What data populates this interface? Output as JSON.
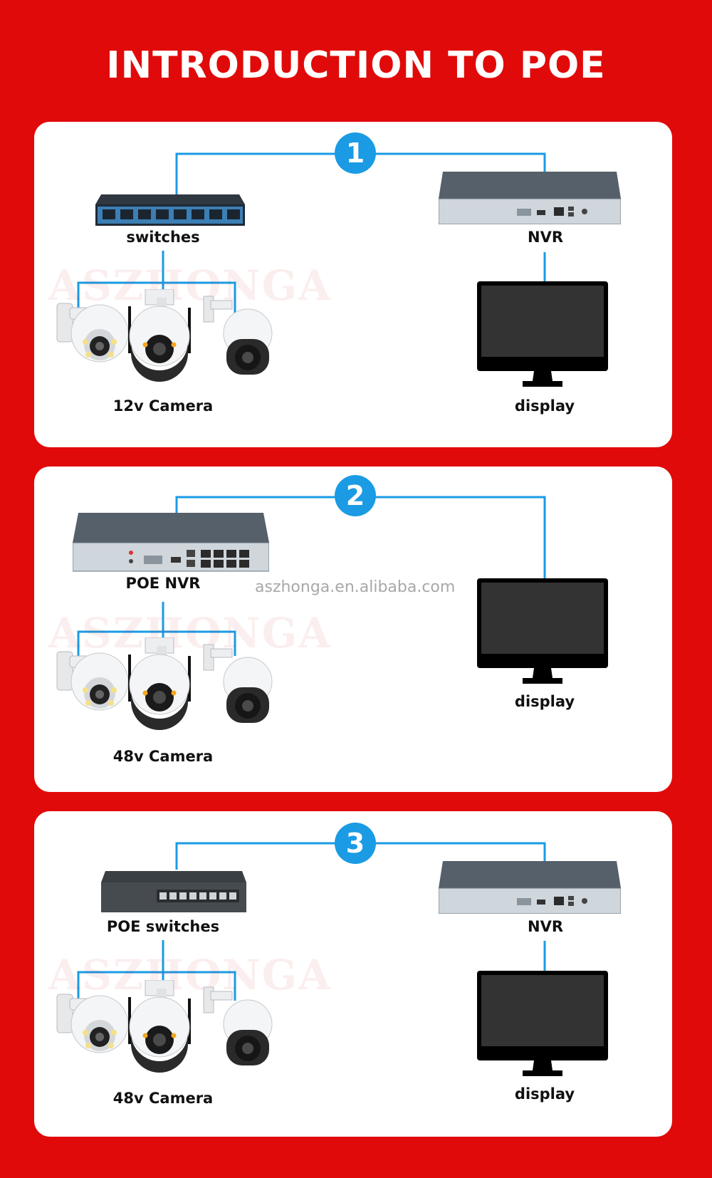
{
  "title": "INTRODUCTION TO POE",
  "watermark_url": "aszhonga.en.alibaba.com",
  "watermark_brand": "ASZHONGA",
  "accent": "#1a9be3",
  "background": "#e10a0a",
  "panels": [
    {
      "step": "1",
      "source_label": "switches",
      "recorder_label": "NVR",
      "camera_label": "12v Camera",
      "display_label": "display"
    },
    {
      "step": "2",
      "source_label": "POE NVR",
      "camera_label": "48v Camera",
      "display_label": "display"
    },
    {
      "step": "3",
      "source_label": "POE switches",
      "recorder_label": "NVR",
      "camera_label": "48v Camera",
      "display_label": "display"
    }
  ]
}
